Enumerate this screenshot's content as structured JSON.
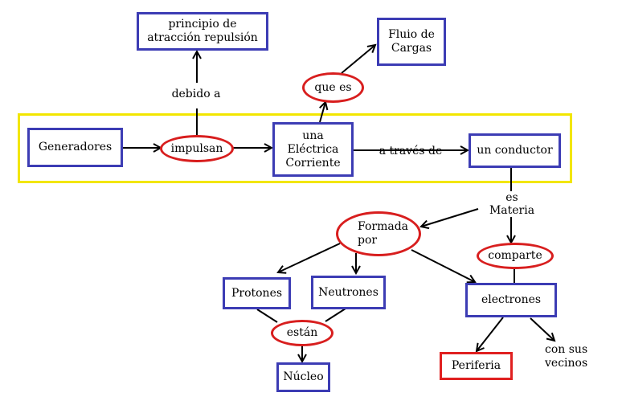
{
  "colors": {
    "box_border": "#3c3cb4",
    "oval_border": "#d81e1e",
    "highlight_band": "#f2e600",
    "red_box_border": "#e02020"
  },
  "nodes": {
    "principio": "principio de\natracción repulsión",
    "flujo": "Fluio de\nCargas",
    "generadores": "Generadores",
    "corriente": "una\nEléctrica\nCorriente",
    "conductor": "un conductor",
    "protones": "Protones",
    "neutrones": "Neutrones",
    "nucleo": "Núcleo",
    "electrones": "electrones",
    "periferia": "Periferia"
  },
  "ovals": {
    "impulsan": "impulsan",
    "que_es": "que es",
    "formada_por": "Formada\npor",
    "comparte": "comparte",
    "estan": "están"
  },
  "labels": {
    "debido_a": "debido a",
    "a_traves_de": "a través de",
    "es_materia": "es\nMateria",
    "con_sus_vecinos": "con sus\nvecinos"
  }
}
